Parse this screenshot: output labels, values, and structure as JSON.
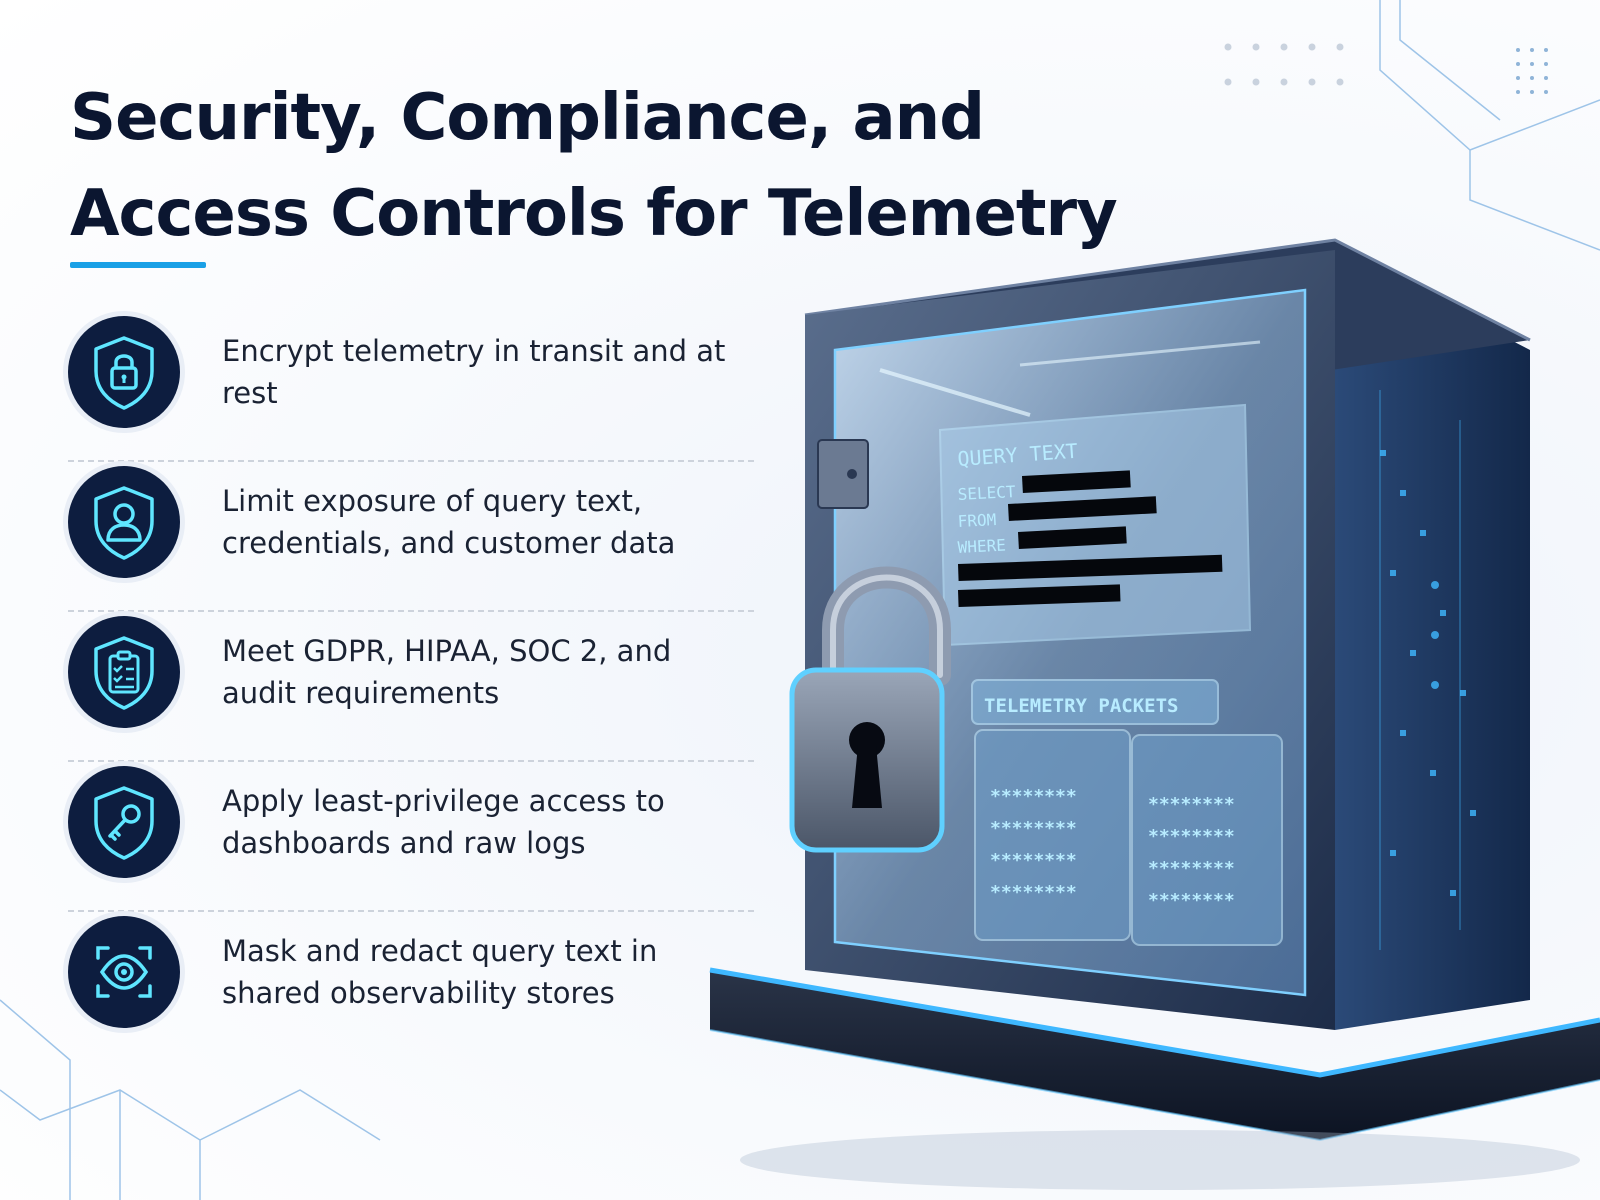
{
  "title": {
    "line1": "Security, Compliance, and",
    "line2": "Access Controls for Telemetry"
  },
  "items": [
    {
      "icon": "shield-lock-icon",
      "text": "Encrypt telemetry in transit and at rest"
    },
    {
      "icon": "shield-user-icon",
      "text": "Limit exposure of query text,\ncredentials, and customer data"
    },
    {
      "icon": "shield-clipboard-icon",
      "text": "Meet GDPR, HIPAA, SOC 2, and\naudit requirements"
    },
    {
      "icon": "shield-key-icon",
      "text": "Apply least-privilege access to\ndashboards and raw logs"
    },
    {
      "icon": "eye-scan-icon",
      "text": "Mask and redact query text in\nshared observability stores"
    }
  ],
  "illustration": {
    "query_panel_title": "QUERY TEXT",
    "query_keywords": [
      "SELECT",
      "FROM",
      "WHERE"
    ],
    "packets_title": "TELEMETRY PACKETS",
    "masked_value": "********"
  },
  "colors": {
    "accent": "#1aa0e6",
    "icon_bg": "#0d1d3f",
    "icon_line": "#5fe6ff",
    "title": "#0b1630",
    "glow": "#3fb8ff"
  }
}
